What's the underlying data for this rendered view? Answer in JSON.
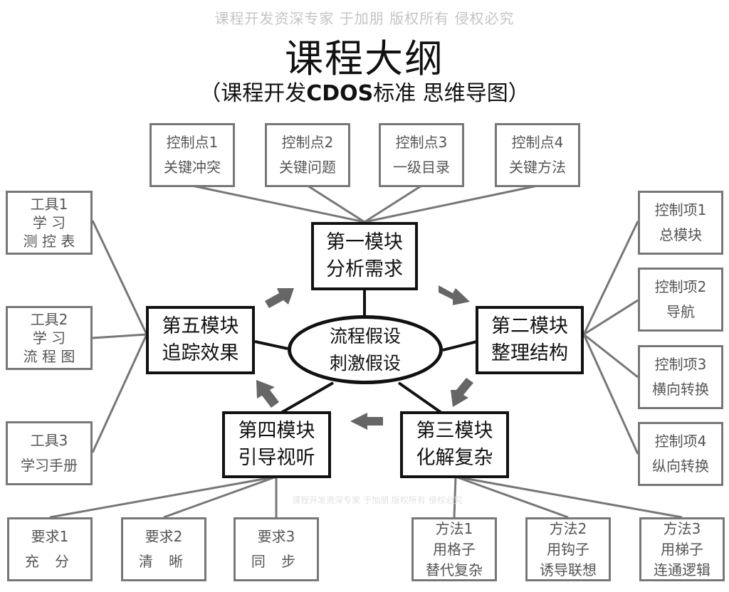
{
  "watermark": "课程开发资深专家 于加朋 版权所有 侵权必究",
  "title": "课程大纲",
  "subtitle": {
    "prefix": "（课程开发",
    "bold": "CDOS",
    "suffix": "标准 思维导图）"
  },
  "center": {
    "line1": "流程假设",
    "line2": "刺激假设"
  },
  "modules": [
    {
      "line1": "第一模块",
      "line2": "分析需求"
    },
    {
      "line1": "第二模块",
      "line2": "整理结构"
    },
    {
      "line1": "第三模块",
      "line2": "化解复杂"
    },
    {
      "line1": "第四模块",
      "line2": "引导视听"
    },
    {
      "line1": "第五模块",
      "line2": "追踪效果"
    }
  ],
  "control_points": [
    {
      "line1": "控制点1",
      "line2": "关键冲突"
    },
    {
      "line1": "控制点2",
      "line2": "关键问题"
    },
    {
      "line1": "控制点3",
      "line2": "一级目录"
    },
    {
      "line1": "控制点4",
      "line2": "关键方法"
    }
  ],
  "control_items": [
    {
      "line1": "控制项1",
      "line2": "总模块"
    },
    {
      "line1": "控制项2",
      "line2": "导航"
    },
    {
      "line1": "控制项3",
      "line2": "横向转换"
    },
    {
      "line1": "控制项4",
      "line2": "纵向转换"
    }
  ],
  "methods": [
    {
      "line1": "方法1",
      "line2": "用格子",
      "line3": "替代复杂"
    },
    {
      "line1": "方法2",
      "line2": "用钩子",
      "line3": "诱导联想"
    },
    {
      "line1": "方法3",
      "line2": "用梯子",
      "line3": "连通逻辑"
    }
  ],
  "requirements": [
    {
      "line1": "要求1",
      "line2": "充 分"
    },
    {
      "line1": "要求2",
      "line2": "清 晰"
    },
    {
      "line1": "要求3",
      "line2": "同 步"
    }
  ],
  "tools": [
    {
      "line1": "工具1",
      "line2": "学 习",
      "line3": "测 控 表"
    },
    {
      "line1": "工具2",
      "line2": "学 习",
      "line3": "流 程 图"
    },
    {
      "line1": "工具3",
      "line2": "学习手册"
    }
  ],
  "colors": {
    "module_border": "#111111",
    "leaf_border": "#777777",
    "connector": "#777777",
    "arrow": "#666666"
  }
}
